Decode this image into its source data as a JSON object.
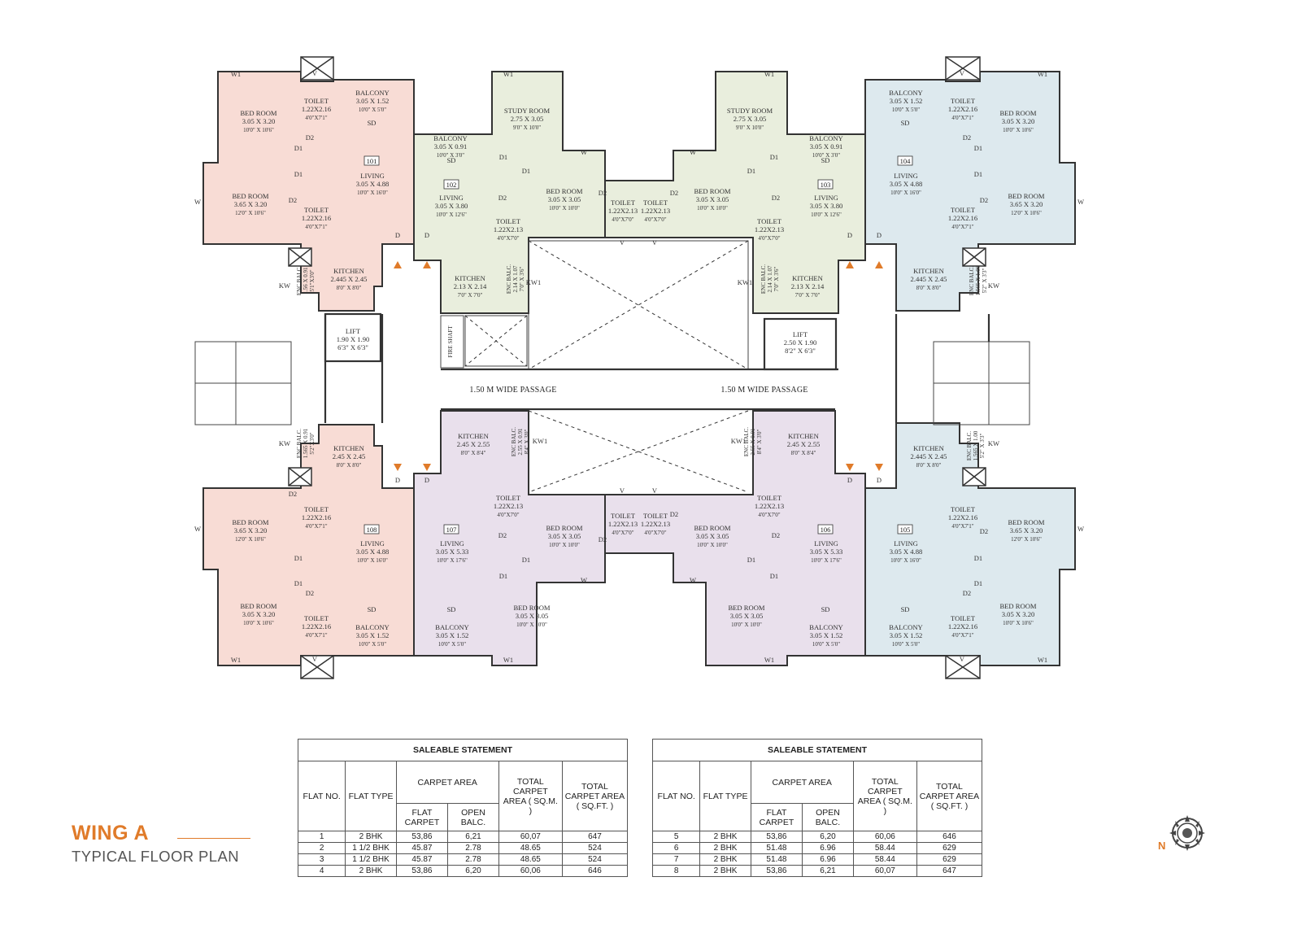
{
  "colors": {
    "flat_salmon": "#f8dcd5",
    "flat_green": "#e9eedd",
    "flat_blue": "#dde9ee",
    "flat_purple": "#e9e0ec",
    "arrow_orange": "#e07b2a",
    "title_orange": "#e07b2a"
  },
  "flats": [
    {
      "no": "101",
      "rooms": [
        {
          "name": "BED ROOM",
          "dim": "3.05 X 3.20",
          "imp": "10'0\" X 10'6\""
        },
        {
          "name": "BED ROOM",
          "dim": "3.65 X 3.20",
          "imp": "12'0\" X 10'6\""
        },
        {
          "name": "TOILET",
          "dim": "1.22X2.16",
          "imp": "4'0\"X7'1\""
        },
        {
          "name": "TOILET",
          "dim": "1.22X2.16",
          "imp": "4'0\"X7'1\""
        },
        {
          "name": "BALCONY",
          "dim": "3.05 X 1.52",
          "imp": "10'0\" X 5'0\""
        },
        {
          "name": "LIVING",
          "dim": "3.05 X 4.88",
          "imp": "10'0\" X 16'0\""
        },
        {
          "name": "KITCHEN",
          "dim": "2.445 X 2.45",
          "imp": "8'0\" X 8'0\""
        },
        {
          "name": "ENC BALC.",
          "dim": "1.56 X 0.91",
          "imp": "5'1\"X3'0\""
        }
      ]
    },
    {
      "no": "102",
      "rooms": [
        {
          "name": "STUDY ROOM",
          "dim": "2.75 X 3.05",
          "imp": "9'0\" X 10'0\""
        },
        {
          "name": "BALCONY",
          "dim": "3.05 X 0.91",
          "imp": "10'0\" X 3'0\""
        },
        {
          "name": "LIVING",
          "dim": "3.05 X 3.80",
          "imp": "10'0\" X 12'6\""
        },
        {
          "name": "BED ROOM",
          "dim": "3.05 X 3.05",
          "imp": "10'0\" X 10'0\""
        },
        {
          "name": "TOILET",
          "dim": "1.22X2.13",
          "imp": "4'0\"X7'0\""
        },
        {
          "name": "TOILET",
          "dim": "1.22X2.13",
          "imp": "4'0\"X7'0\""
        },
        {
          "name": "KITCHEN",
          "dim": "2.13 X 2.14",
          "imp": "7'0\" X 7'0\""
        },
        {
          "name": "ENC BALC.",
          "dim": "2.14 X 1.07",
          "imp": "7'0\" X 3'6\""
        }
      ]
    },
    {
      "no": "103",
      "rooms": [
        {
          "name": "STUDY ROOM",
          "dim": "2.75 X 3.05",
          "imp": "9'0\" X 10'0\""
        },
        {
          "name": "BALCONY",
          "dim": "3.05 X 0.91",
          "imp": "10'0\" X 3'0\""
        },
        {
          "name": "BED ROOM",
          "dim": "3.05 X 3.05",
          "imp": "10'0\" X 10'0\""
        },
        {
          "name": "TOILET",
          "dim": "1.22X2.13",
          "imp": "4'0\"X7'0\""
        },
        {
          "name": "LIVING",
          "dim": "3.05 X 3.80",
          "imp": "10'0\" X 12'6\""
        },
        {
          "name": "TOILET",
          "dim": "1.22X2.13",
          "imp": "4'0\"X7'0\""
        },
        {
          "name": "KITCHEN",
          "dim": "2.13 X 2.14",
          "imp": "7'0\" X 7'0\""
        },
        {
          "name": "ENC BALC.",
          "dim": "2.14 X 1.07",
          "imp": "7'0\" X 3'6\""
        }
      ]
    },
    {
      "no": "104",
      "rooms": [
        {
          "name": "BALCONY",
          "dim": "3.05 X 1.52",
          "imp": "10'0\" X 5'0\""
        },
        {
          "name": "TOILET",
          "dim": "1.22X2.16",
          "imp": "4'0\"X7'1\""
        },
        {
          "name": "BED ROOM",
          "dim": "3.05 X 3.20",
          "imp": "10'0\" X 10'6\""
        },
        {
          "name": "LIVING",
          "dim": "3.05 X 4.88",
          "imp": "10'0\" X 16'0\""
        },
        {
          "name": "BED ROOM",
          "dim": "3.65 X 3.20",
          "imp": "12'0\" X 10'6\""
        },
        {
          "name": "TOILET",
          "dim": "1.22X2.16",
          "imp": "4'0\"X7'1\""
        },
        {
          "name": "KITCHEN",
          "dim": "2.445 X 2.45",
          "imp": "8'0\" X 8'0\""
        },
        {
          "name": "ENC BALC.",
          "dim": "1.565 X 1.00",
          "imp": "5'2\" X 3'3\""
        }
      ]
    },
    {
      "no": "105",
      "rooms": [
        {
          "name": "KITCHEN",
          "dim": "2.445 X 2.45",
          "imp": "8'0\" X 8'0\""
        },
        {
          "name": "ENC BALC.",
          "dim": "1.565 X 1.00",
          "imp": "5'2\" X 3'3\""
        },
        {
          "name": "TOILET",
          "dim": "1.22X2.16",
          "imp": "4'0\"X7'1\""
        },
        {
          "name": "BED ROOM",
          "dim": "3.65 X 3.20",
          "imp": "12'0\" X 10'6\""
        },
        {
          "name": "LIVING",
          "dim": "3.05 X 4.88",
          "imp": "10'0\" X 16'0\""
        },
        {
          "name": "BED ROOM",
          "dim": "3.05 X 3.20",
          "imp": "10'0\" X 10'6\""
        },
        {
          "name": "TOILET",
          "dim": "1.22X2.16",
          "imp": "4'0\"X7'1\""
        },
        {
          "name": "BALCONY",
          "dim": "3.05 X 1.52",
          "imp": "10'0\" X 5'0\""
        }
      ]
    },
    {
      "no": "106",
      "rooms": [
        {
          "name": "KITCHEN",
          "dim": "2.45 X 2.55",
          "imp": "8'0\" X 8'4\""
        },
        {
          "name": "ENC BALC.",
          "dim": "2.55 X 0.91",
          "imp": "8'4\" X 3'0\""
        },
        {
          "name": "TOILET",
          "dim": "1.22X2.13",
          "imp": "4'0\"X7'0\""
        },
        {
          "name": "BED ROOM",
          "dim": "3.05 X 3.05",
          "imp": "10'0\" X 10'0\""
        },
        {
          "name": "LIVING",
          "dim": "3.05 X 5.33",
          "imp": "10'0\" X 17'6\""
        },
        {
          "name": "TOILET",
          "dim": "1.22X2.13",
          "imp": "4'0\"X7'0\""
        },
        {
          "name": "BED ROOM",
          "dim": "3.05 X 3.05",
          "imp": "10'0\" X 10'0\""
        },
        {
          "name": "BALCONY",
          "dim": "3.05 X 1.52",
          "imp": "10'0\" X 5'0\""
        }
      ]
    },
    {
      "no": "107",
      "rooms": [
        {
          "name": "KITCHEN",
          "dim": "2.45 X 2.55",
          "imp": "8'0\" X 8'4\""
        },
        {
          "name": "ENC BALC.",
          "dim": "2.55 X 0.91",
          "imp": "8'4\" X 3'0\""
        },
        {
          "name": "TOILET",
          "dim": "1.22X2.13",
          "imp": "4'0\"X7'0\""
        },
        {
          "name": "BED ROOM",
          "dim": "3.05 X 3.05",
          "imp": "10'0\" X 10'0\""
        },
        {
          "name": "TOILET",
          "dim": "1.22X2.13",
          "imp": "4'0\"X7'0\""
        },
        {
          "name": "LIVING",
          "dim": "3.05 X 5.33",
          "imp": "10'0\" X 17'6\""
        },
        {
          "name": "BED ROOM",
          "dim": "3.05 X 3.05",
          "imp": "10'0\" X 10'0\""
        },
        {
          "name": "BALCONY",
          "dim": "3.05 X 1.52",
          "imp": "10'0\" X 5'0\""
        }
      ]
    },
    {
      "no": "108",
      "rooms": [
        {
          "name": "ENC BALC.",
          "dim": "1.565 X 0.91",
          "imp": "5'2\"X3'0\""
        },
        {
          "name": "KITCHEN",
          "dim": "2.45 X 2.45",
          "imp": "8'0\" X 8'0\""
        },
        {
          "name": "BED ROOM",
          "dim": "3.65 X 3.20",
          "imp": "12'0\" X 10'6\""
        },
        {
          "name": "TOILET",
          "dim": "1.22X2.16",
          "imp": "4'0\"X7'1\""
        },
        {
          "name": "LIVING",
          "dim": "3.05 X 4.88",
          "imp": "10'0\" X 16'0\""
        },
        {
          "name": "BED ROOM",
          "dim": "3.05 X 3.20",
          "imp": "10'0\" X 10'6\""
        },
        {
          "name": "TOILET",
          "dim": "1.22X2.16",
          "imp": "4'0\"X7'1\""
        },
        {
          "name": "BALCONY",
          "dim": "3.05 X 1.52",
          "imp": "10'0\" X 5'0\""
        }
      ]
    }
  ],
  "core": {
    "lift_left": {
      "name": "LIFT",
      "dim": "1.90 X 1.90",
      "imp": "6'3\" X 6'3\""
    },
    "lift_right": {
      "name": "LIFT",
      "dim": "2.50 X 1.90",
      "imp": "8'2\" X 6'3\""
    },
    "fire_shaft": "FIRE SHAFT",
    "passage_left": "1.50 M WIDE PASSAGE",
    "passage_right": "1.50 M WIDE PASSAGE"
  },
  "markers": {
    "window": "W",
    "window1": "W1",
    "ventilator": "V",
    "kitchen_window": "KW",
    "kitchen_window1": "KW1",
    "door": "D",
    "door1": "D1",
    "door2": "D2",
    "sliding_door": "SD"
  },
  "statement_left": {
    "title": "SALEABLE STATEMENT",
    "headers": {
      "flat_no": "FLAT NO.",
      "flat_type": "FLAT TYPE",
      "carpet_area": "CARPET AREA",
      "flat_carpet": "FLAT CARPET",
      "open_balc": "OPEN BALC.",
      "total_sqm": "TOTAL CARPET AREA ( SQ.M. )",
      "total_sqft": "TOTAL CARPET AREA ( SQ.FT. )"
    },
    "rows": [
      {
        "flat_no": "1",
        "flat_type": "2 BHK",
        "flat_carpet": "53,86",
        "open_balc": "6,21",
        "total_sqm": "60,07",
        "total_sqft": "647"
      },
      {
        "flat_no": "2",
        "flat_type": "1 1/2 BHK",
        "flat_carpet": "45.87",
        "open_balc": "2.78",
        "total_sqm": "48.65",
        "total_sqft": "524"
      },
      {
        "flat_no": "3",
        "flat_type": "1 1/2 BHK",
        "flat_carpet": "45.87",
        "open_balc": "2.78",
        "total_sqm": "48.65",
        "total_sqft": "524"
      },
      {
        "flat_no": "4",
        "flat_type": "2 BHK",
        "flat_carpet": "53,86",
        "open_balc": "6,20",
        "total_sqm": "60,06",
        "total_sqft": "646"
      }
    ]
  },
  "statement_right": {
    "title": "SALEABLE STATEMENT",
    "headers": {
      "flat_no": "FLAT NO.",
      "flat_type": "FLAT TYPE",
      "carpet_area": "CARPET AREA",
      "flat_carpet": "FLAT CARPET",
      "open_balc": "OPEN BALC.",
      "total_sqm": "TOTAL CARPET AREA ( SQ.M. )",
      "total_sqft": "TOTAL CARPET AREA ( SQ.FT. )"
    },
    "rows": [
      {
        "flat_no": "5",
        "flat_type": "2 BHK",
        "flat_carpet": "53,86",
        "open_balc": "6,20",
        "total_sqm": "60,06",
        "total_sqft": "646"
      },
      {
        "flat_no": "6",
        "flat_type": "2 BHK",
        "flat_carpet": "51.48",
        "open_balc": "6.96",
        "total_sqm": "58.44",
        "total_sqft": "629"
      },
      {
        "flat_no": "7",
        "flat_type": "2 BHK",
        "flat_carpet": "51.48",
        "open_balc": "6.96",
        "total_sqm": "58.44",
        "total_sqft": "629"
      },
      {
        "flat_no": "8",
        "flat_type": "2 BHK",
        "flat_carpet": "53,86",
        "open_balc": "6,21",
        "total_sqm": "60,07",
        "total_sqft": "647"
      }
    ]
  },
  "wing": {
    "title": "WING A",
    "subtitle": "TYPICAL FLOOR PLAN"
  },
  "compass": {
    "label": "N"
  }
}
